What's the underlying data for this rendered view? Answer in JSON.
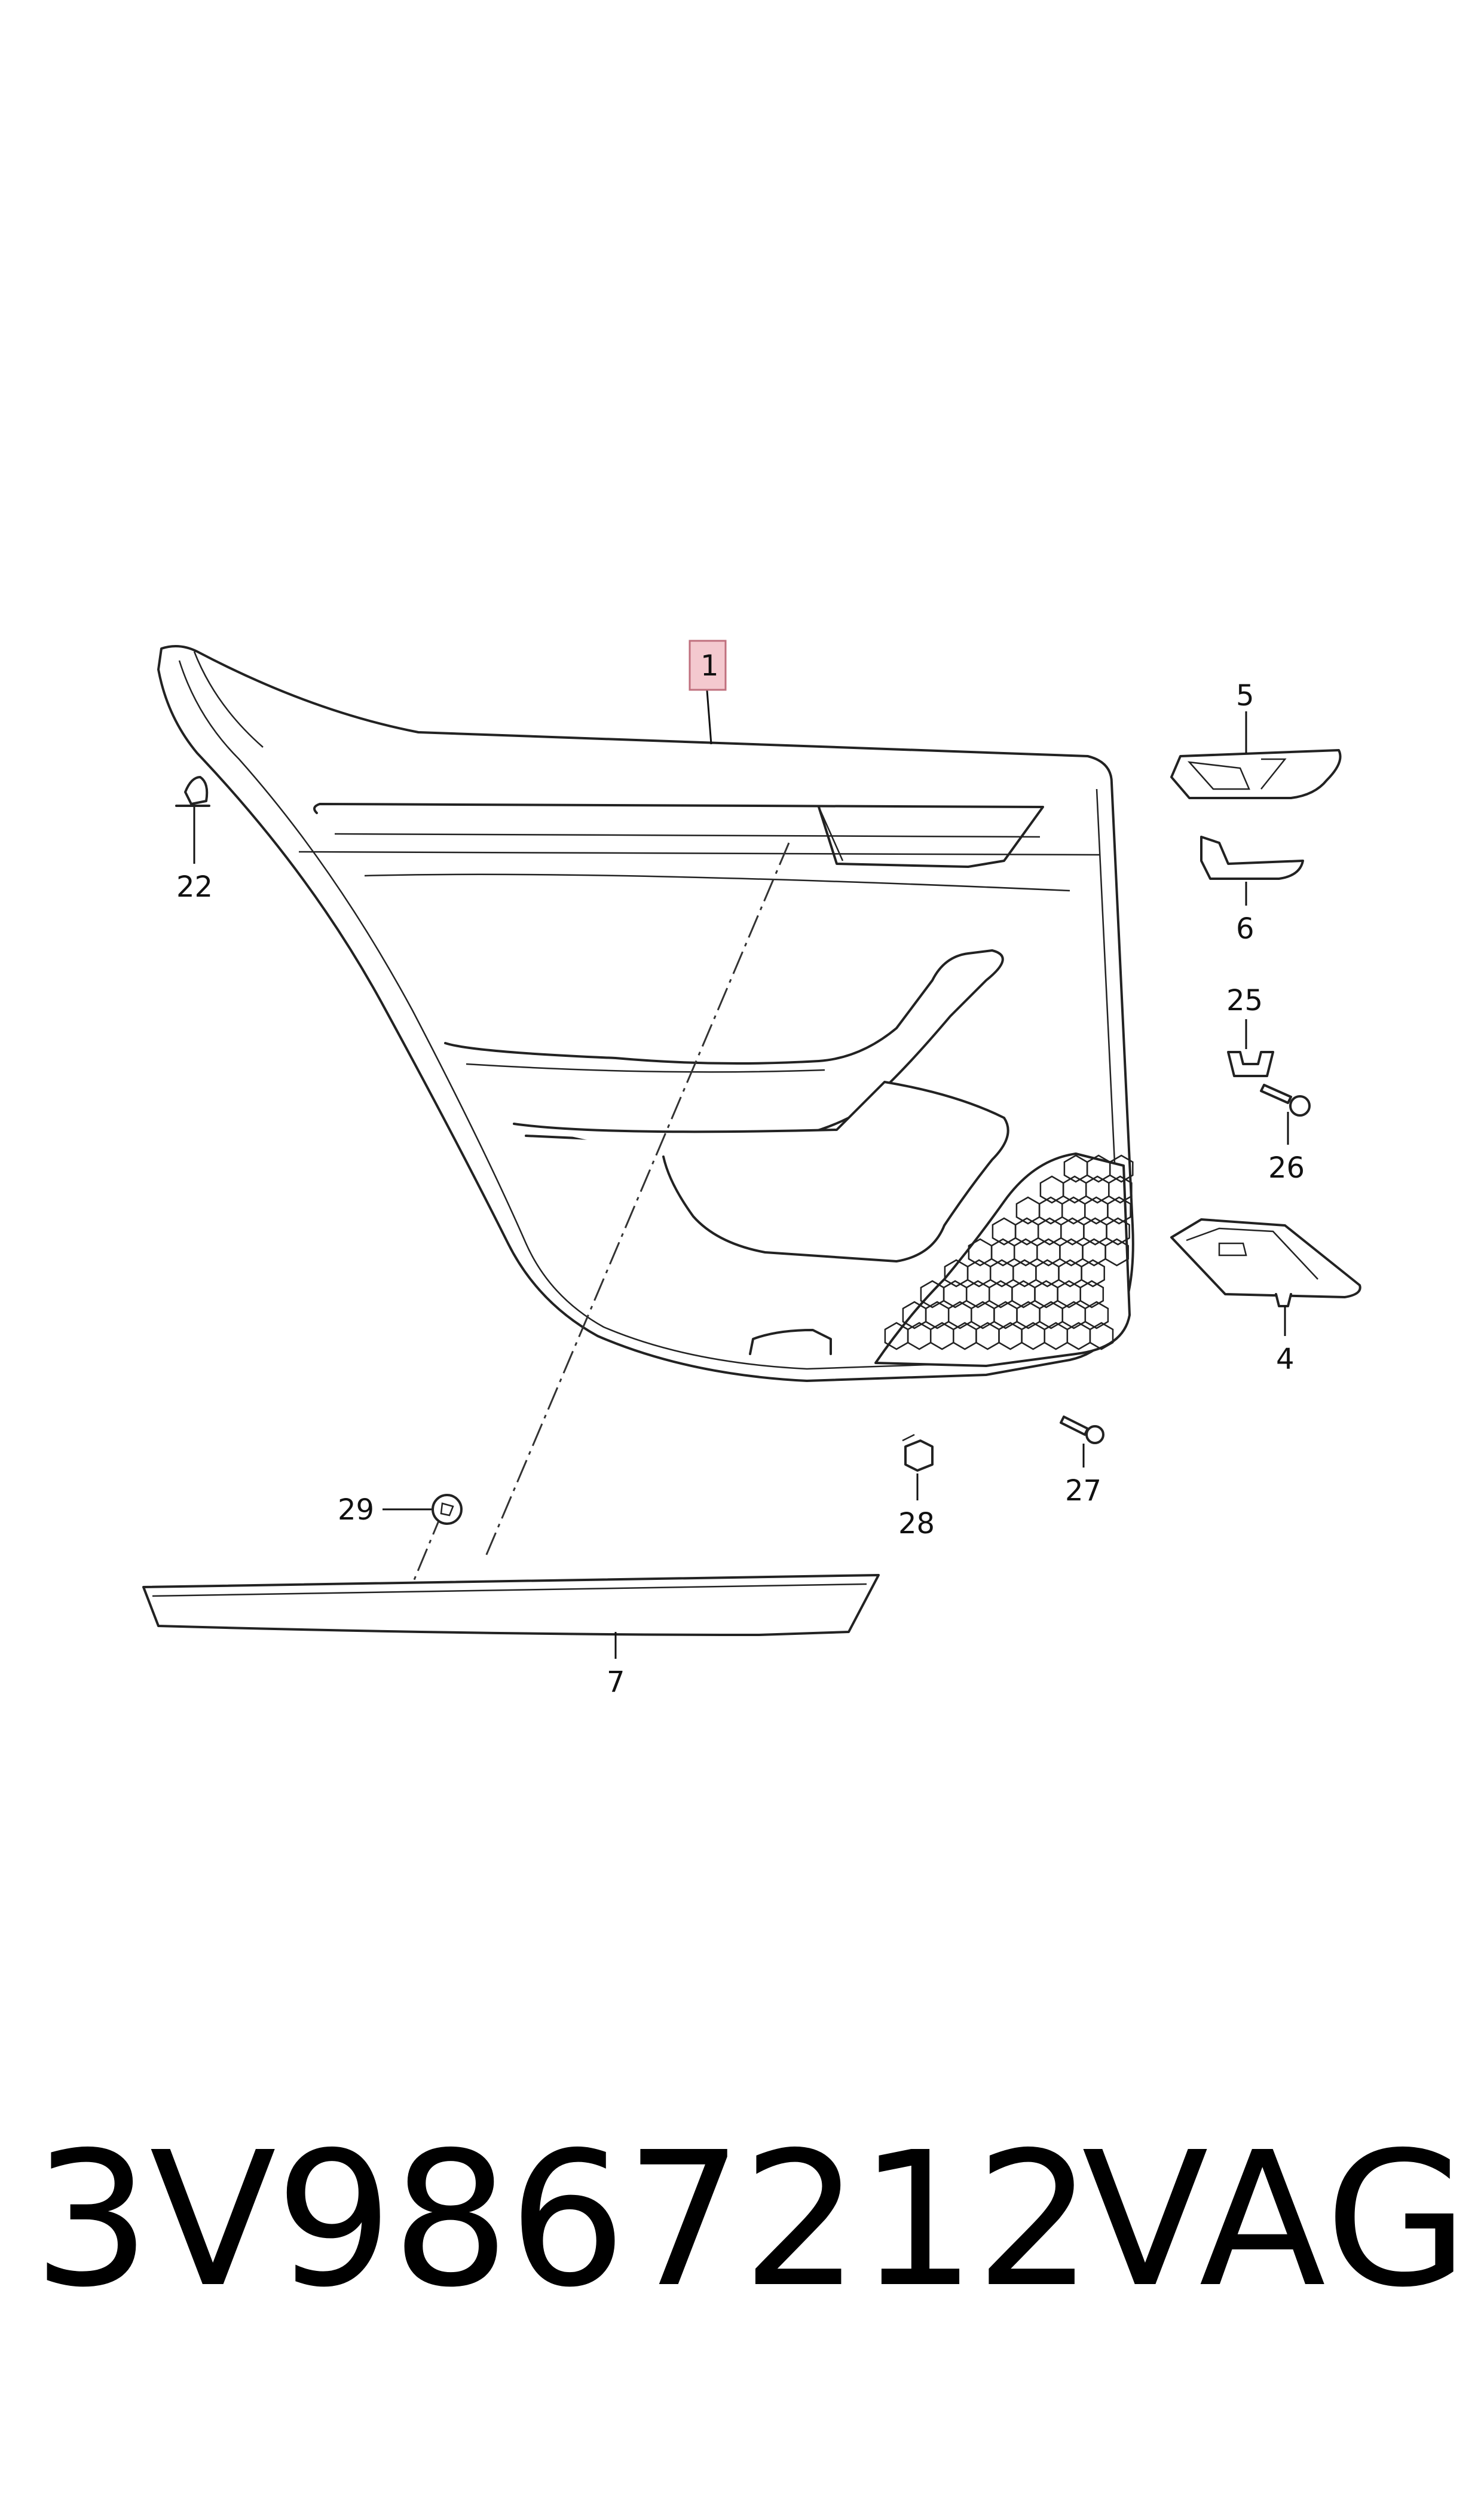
{
  "callouts": {
    "c1": "1",
    "c4": "4",
    "c5": "5",
    "c6": "6",
    "c7": "7",
    "c22": "22",
    "c25": "25",
    "c26": "26",
    "c27": "27",
    "c28": "28",
    "c29": "29"
  },
  "highlight_color": "#f4c9cf",
  "footer": {
    "part_number": "3V9867212",
    "brand": "VAG"
  }
}
